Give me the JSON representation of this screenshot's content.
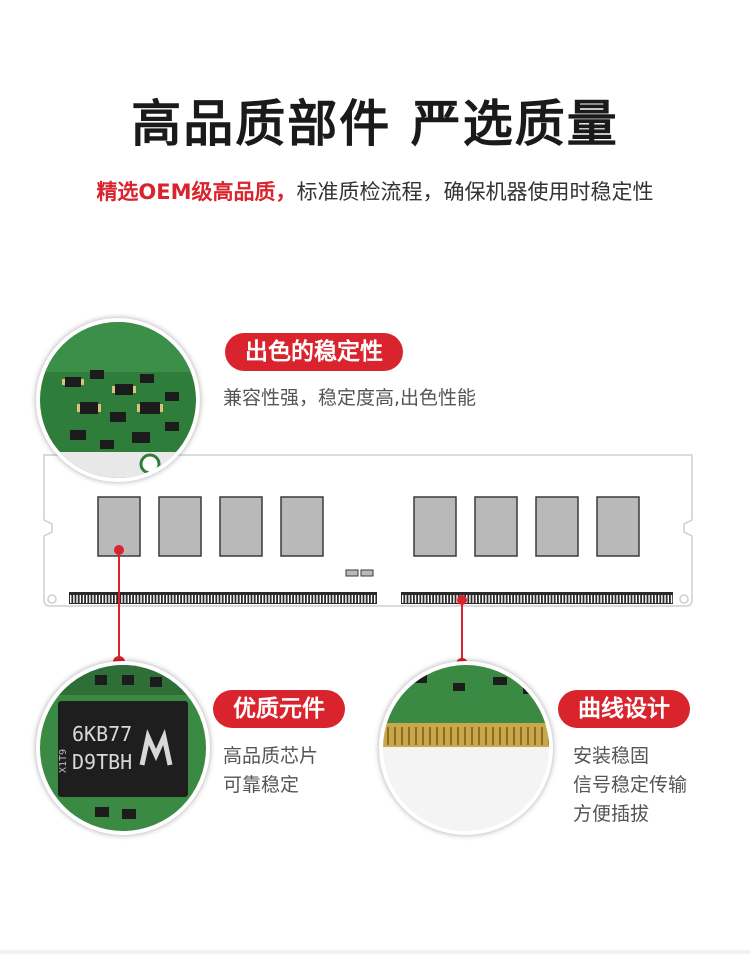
{
  "header": {
    "title": "高品质部件 严选质量",
    "subtitle_highlight": "精选OEM级高品质，",
    "subtitle_rest": "标准质检流程，确保机器使用时稳定性"
  },
  "features": [
    {
      "badge": "出色的稳定性",
      "lines": [
        "兼容性强，稳定度高,出色性能"
      ]
    },
    {
      "badge": "优质元件",
      "lines": [
        "高品质芯片",
        "可靠稳定"
      ],
      "chip_lines": [
        "6KB77",
        "D9TBH"
      ],
      "chip_side": "X1T9"
    },
    {
      "badge": "曲线设计",
      "lines": [
        "安装稳固",
        "信号稳定传输",
        "方便插拔"
      ]
    }
  ],
  "colors": {
    "accent": "#d9232d",
    "pcb_green": "#2f7d3a",
    "chip_grey": "#b9b9b9"
  }
}
